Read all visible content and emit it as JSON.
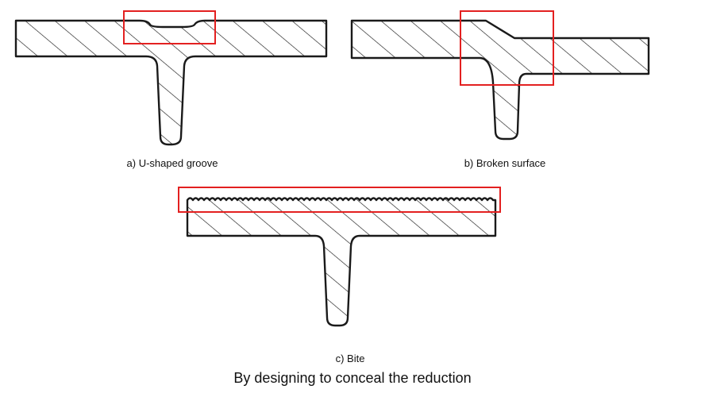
{
  "panels": [
    {
      "id": "a",
      "caption": "a)  U-shaped groove"
    },
    {
      "id": "b",
      "caption": "b) Broken surface"
    },
    {
      "id": "c",
      "caption": "c) Bite"
    }
  ],
  "footer_title": "By designing to conceal the reduction",
  "colors": {
    "outline": "#1a1a1a",
    "hatch": "#1a1a1a",
    "highlight": "#e32020",
    "background": "#ffffff"
  }
}
